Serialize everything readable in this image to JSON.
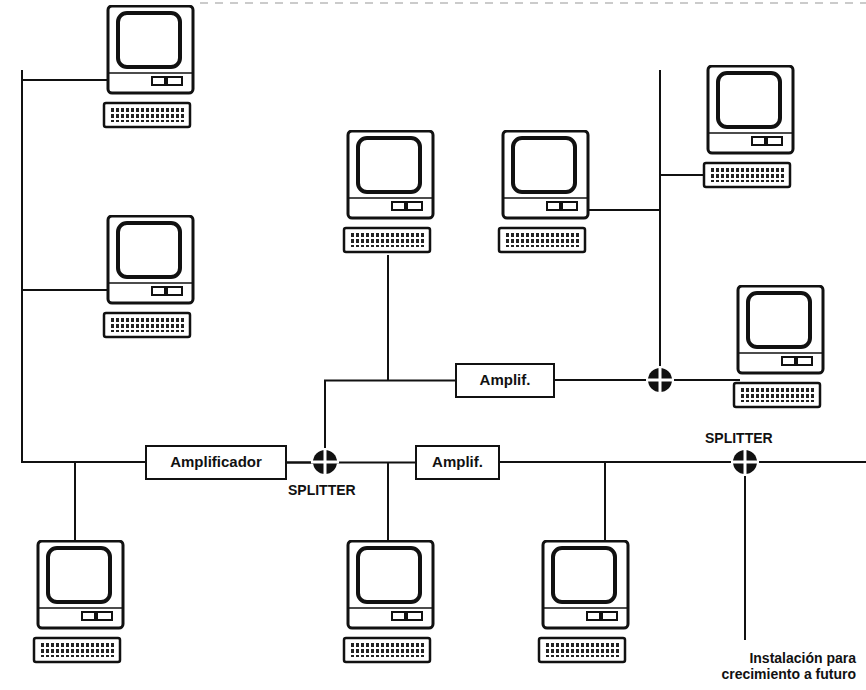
{
  "diagram": {
    "nodes": [
      {
        "text": [
          "Amplif."
        ]
      },
      {
        "text": [
          "Amplificador"
        ]
      },
      {
        "text": [
          "Amplif."
        ]
      }
    ],
    "edges": [
      {
        "from": 1,
        "to": 0,
        "arrow": "none"
      },
      {
        "from": 1,
        "to": 2,
        "arrow": "none"
      }
    ],
    "labels": [
      "SPLITTER",
      "SPLITTER",
      "Instalación para crecimiento a futuro"
    ]
  }
}
